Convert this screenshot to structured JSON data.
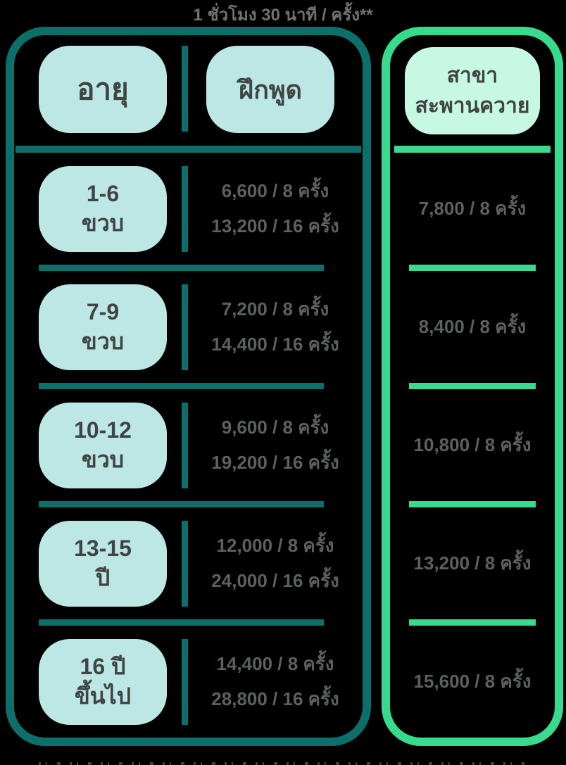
{
  "title": "1 ชั่วโมง 30 นาที / ครั้ง**",
  "colors": {
    "background": "#000000",
    "left_panel_border": "#0c6f6a",
    "left_header_box_fill": "#bde7e4",
    "right_panel_border": "#36db8e",
    "right_header_box_fill": "#c7f8e3",
    "header_text": "#3f4444",
    "price_text": "#5b6060",
    "title_text": "#6e7272"
  },
  "left_table": {
    "col1_header": "อายุ",
    "col2_header": "ฝึกพูด",
    "rows": [
      {
        "age_line1": "1-6",
        "age_line2": "ขวบ",
        "price8": "6,600 / 8 ครั้ง",
        "price16": "13,200 / 16 ครั้ง"
      },
      {
        "age_line1": "7-9",
        "age_line2": "ขวบ",
        "price8": "7,200 / 8 ครั้ง",
        "price16": "14,400 / 16 ครั้ง"
      },
      {
        "age_line1": "10-12",
        "age_line2": "ขวบ",
        "price8": "9,600 / 8 ครั้ง",
        "price16": "19,200 / 16 ครั้ง"
      },
      {
        "age_line1": "13-15",
        "age_line2": "ปี",
        "price8": "12,000 / 8 ครั้ง",
        "price16": "24,000 / 16 ครั้ง"
      },
      {
        "age_line1": "16 ปี",
        "age_line2": "ขึ้นไป",
        "price8": "14,400 / 8 ครั้ง",
        "price16": "28,800 / 16 ครั้ง"
      }
    ]
  },
  "right_table": {
    "header_line1": "สาขา",
    "header_line2": "สะพานควาย",
    "rows": [
      {
        "price": "7,800 / 8 ครั้ง"
      },
      {
        "price": "8,400 / 8 ครั้ง"
      },
      {
        "price": "10,800 / 8 ครั้ง"
      },
      {
        "price": "13,200 / 8 ครั้ง"
      },
      {
        "price": "15,600 / 8 ครั้ง"
      }
    ]
  }
}
